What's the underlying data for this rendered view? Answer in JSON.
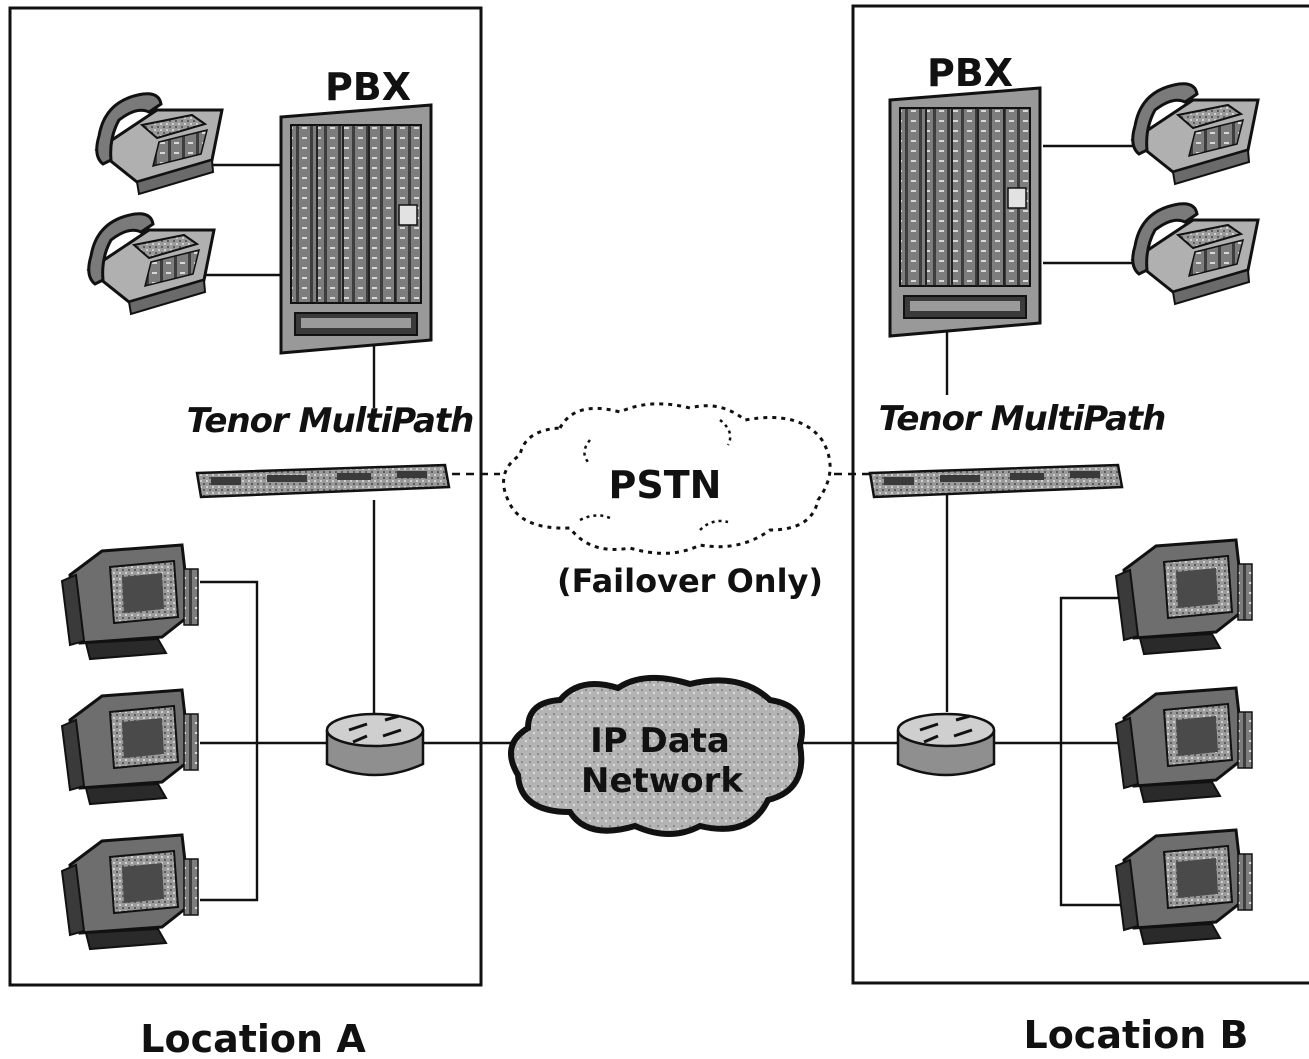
{
  "locations": [
    {
      "label": "Location A",
      "pbx_label": "PBX",
      "device_label": "Tenor MultiPath",
      "phones": [
        "phone",
        "phone"
      ],
      "computers": [
        "computer",
        "computer",
        "computer"
      ],
      "router": "router"
    },
    {
      "label": "Location B",
      "pbx_label": "PBX",
      "device_label": "Tenor MultiPath",
      "phones": [
        "phone",
        "phone"
      ],
      "computers": [
        "computer",
        "computer",
        "computer"
      ],
      "router": "router"
    }
  ],
  "pstn": {
    "label": "PSTN",
    "note": "(Failover Only)"
  },
  "ip_network": {
    "line1": "IP Data",
    "line2": "Network"
  },
  "icons": {
    "phone": "desk-phone-icon",
    "pbx": "pbx-cabinet-icon",
    "multipath": "rack-unit-icon",
    "router": "router-icon",
    "computer": "crt-monitor-icon",
    "pstn": "dashed-cloud-icon",
    "ip_network": "solid-cloud-icon"
  },
  "colors": {
    "line": "#111111",
    "device_gray": "#8a8a8a",
    "cloud_fill": "#b8b8b8"
  }
}
